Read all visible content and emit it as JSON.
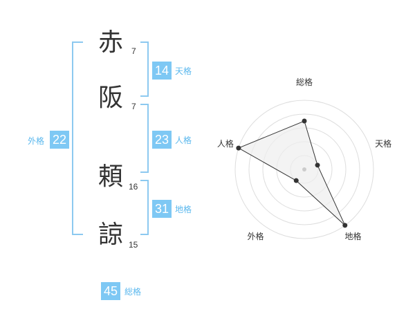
{
  "name": {
    "chars": [
      {
        "char": "赤",
        "strokes": "7"
      },
      {
        "char": "阪",
        "strokes": "7"
      },
      {
        "char": "頼",
        "strokes": "16"
      },
      {
        "char": "諒",
        "strokes": "15"
      }
    ]
  },
  "kakusu": {
    "gaikaku": {
      "value": "22",
      "label": "外格"
    },
    "tenkaku": {
      "value": "14",
      "label": "天格"
    },
    "jinkaku": {
      "value": "23",
      "label": "人格"
    },
    "chikaku": {
      "value": "31",
      "label": "地格"
    },
    "soukaku": {
      "value": "45",
      "label": "総格"
    }
  },
  "chart_data": {
    "type": "radar",
    "axes": [
      "総格",
      "天格",
      "地格",
      "外格",
      "人格"
    ],
    "values": [
      0.7,
      0.2,
      1.0,
      0.2,
      1.0
    ],
    "rings": 5,
    "colors": {
      "grid": "#dddddd",
      "fill": "#eeeeee",
      "line": "#333333",
      "point": "#333333",
      "center": "#cccccc"
    }
  }
}
